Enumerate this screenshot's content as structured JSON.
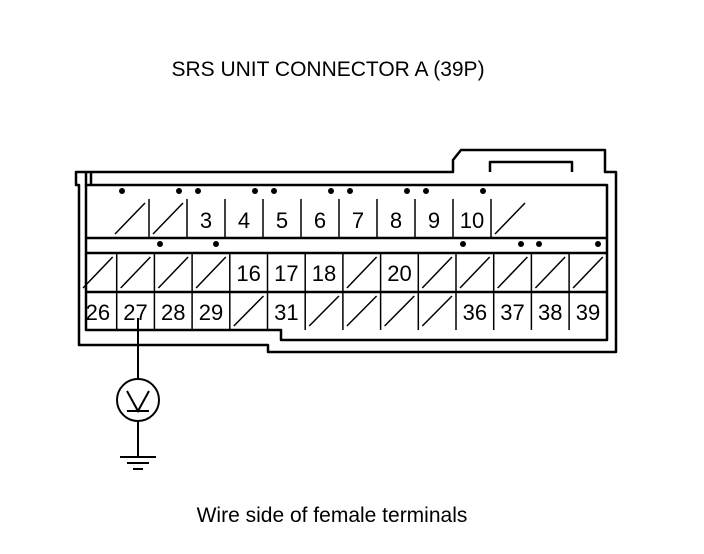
{
  "title": "SRS UNIT CONNECTOR A (39P)",
  "caption": "Wire side of female terminals",
  "meter_symbol": "V",
  "connector": {
    "row1": [
      "",
      "",
      "3",
      "4",
      "5",
      "6",
      "7",
      "8",
      "9",
      "10",
      "",
      ""
    ],
    "row2": [
      "",
      "",
      "",
      "",
      "16",
      "17",
      "18",
      "",
      "20",
      "",
      "",
      "",
      "",
      "",
      "",
      ""
    ],
    "row3": [
      "26",
      "27",
      "28",
      "29",
      "",
      "31",
      "",
      "",
      "",
      "",
      "36",
      "37",
      "38",
      "39"
    ]
  },
  "probe_pin": "27"
}
